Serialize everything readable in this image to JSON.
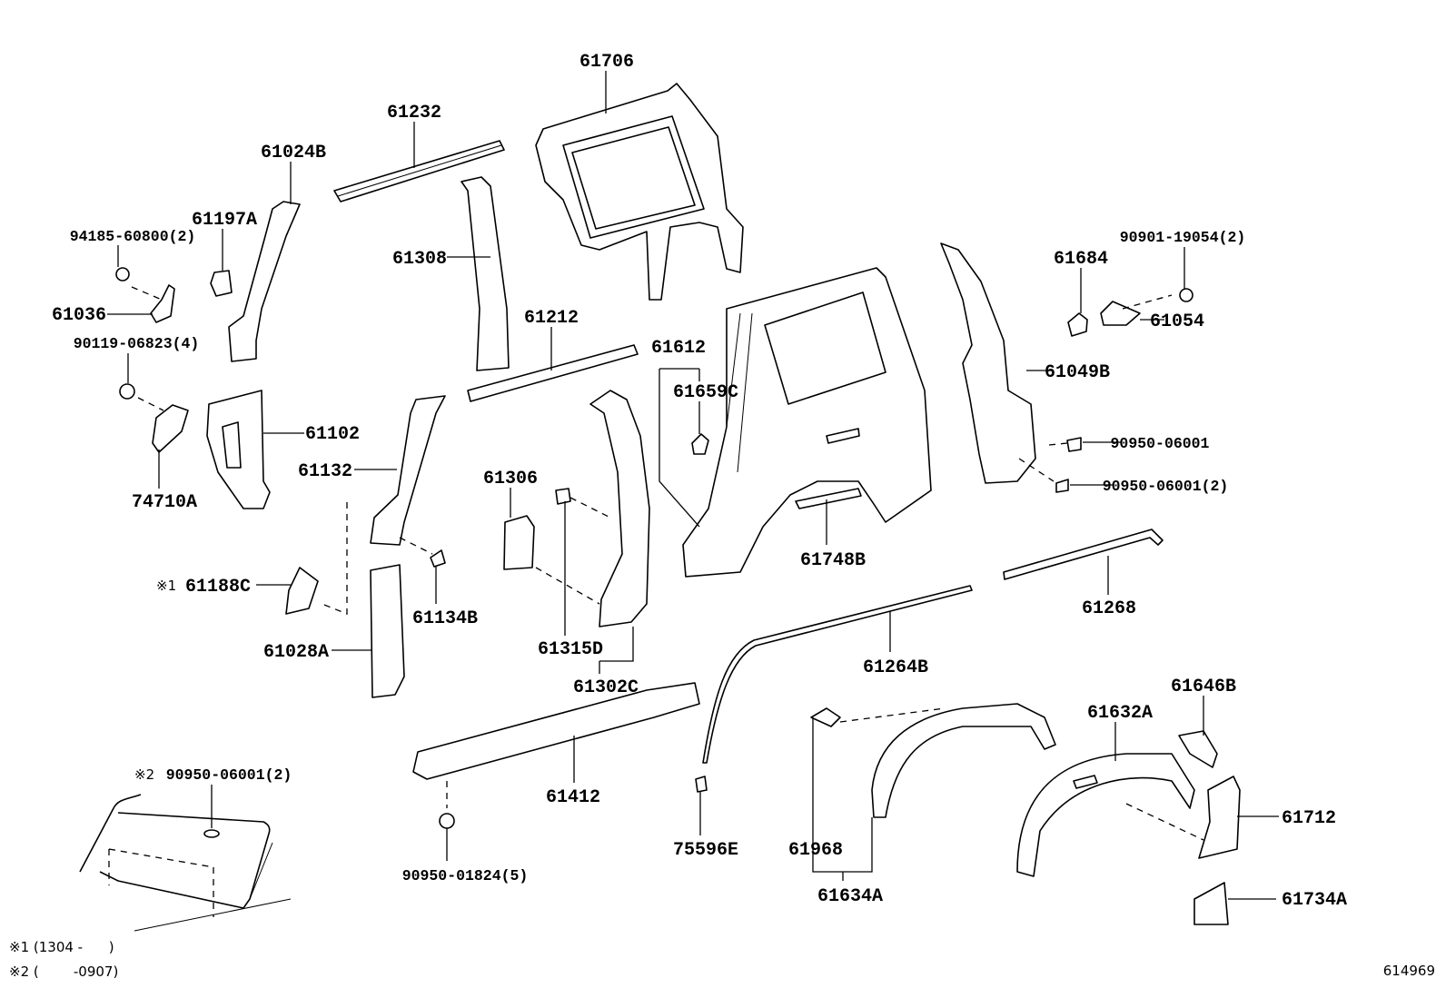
{
  "diagram": {
    "labels": [
      "61706",
      "61232",
      "61024B",
      "61197A",
      "94185-60800(2)",
      "61036",
      "90119-06823(4)",
      "61308",
      "61212",
      "61612",
      "61659C",
      "61102",
      "61132",
      "74710A",
      "61306",
      "61684",
      "90901-19054(2)",
      "61054",
      "61049B",
      "90950-06001",
      "90950-06001(2)",
      "61748B",
      "61268",
      "61188C",
      "61134B",
      "61028A",
      "61315D",
      "61302C",
      "61264B",
      "61646B",
      "61632A",
      "90950-06001(2)",
      "61412",
      "61712",
      "75596E",
      "61968",
      "90950-01824(5)",
      "61634A",
      "61734A"
    ],
    "marks": {
      "note1_mark": "※1",
      "note2_mark": "※2"
    },
    "footnotes": [
      "※1 (1304 -      )",
      "※2 (        -0907)"
    ],
    "figure_number": "614969"
  }
}
